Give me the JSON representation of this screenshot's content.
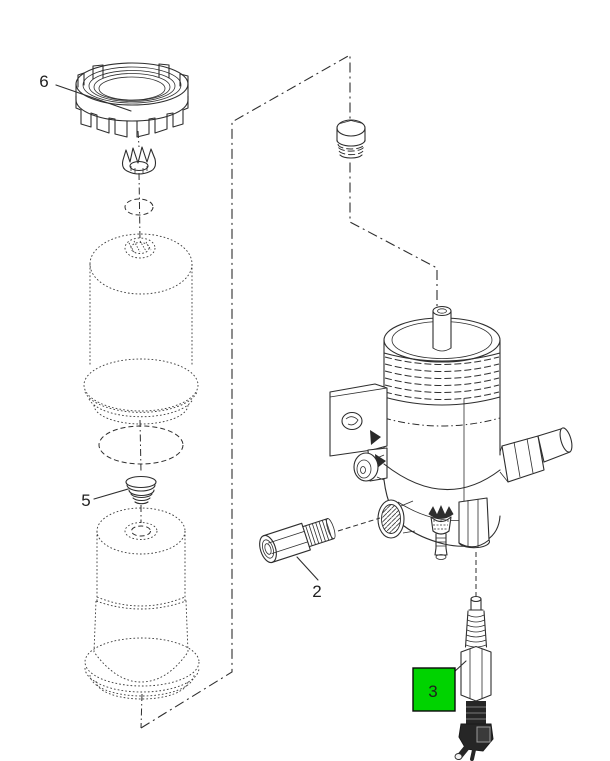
{
  "figure": {
    "kind": "exploded-parts-diagram",
    "background_color": "#ffffff",
    "line_color": "#2e2e2e",
    "highlight": {
      "color": "#00d300",
      "border_color": "#0a0a0a",
      "applies_to_callout": "3"
    },
    "callouts": {
      "c6": {
        "label": "6",
        "part": "filter-cap"
      },
      "c5": {
        "label": "5",
        "part": "spring"
      },
      "c2": {
        "label": "2",
        "part": "fitting"
      },
      "c3": {
        "label": "3",
        "part": "water-in-fuel-sensor",
        "highlighted": true
      }
    },
    "parts": {
      "filter_cap": "ribbed screw-on cap",
      "lock_washer": "castellated washer",
      "o_ring_small": "small o-ring (phantom)",
      "filter_element_upper": "filter element (phantom outline)",
      "gasket": "round gasket (phantom)",
      "spring": "conical spring",
      "filter_element_lower": "filter element with mesh screen (phantom outline)",
      "plug": "threaded hex plug",
      "housing": "filter housing assembly with bracket, drain valve and ports",
      "fitting": "hex threaded fitting",
      "sensor": "sensor with connector pigtail"
    }
  }
}
